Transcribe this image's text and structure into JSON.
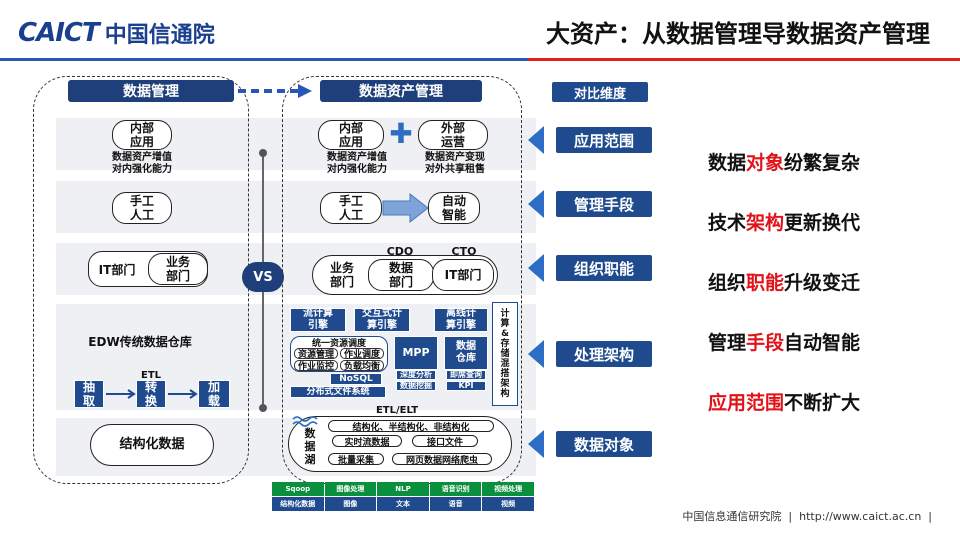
{
  "header": {
    "logo_latin": "CAICT",
    "logo_cn": "中国信通院",
    "title": "大资产：从数据管理导数据资产管理"
  },
  "left": {
    "header": "数据管理",
    "internal_app": "内部\n应用",
    "internal_sub": "数据资产增值\n对内强化能力",
    "manual": "手工\n人工",
    "it_dept": "IT部门",
    "business_dept": "业务\n部门",
    "edw": "EDW传统数据仓库",
    "etl": "ETL",
    "extract": "抽\n取",
    "transform": "转\n换",
    "load": "加\n载",
    "structured": "结构化数据"
  },
  "vs": "VS",
  "right": {
    "header": "数据资产管理",
    "internal_app": "内部\n应用",
    "external_ops": "外部\n运营",
    "internal_sub": "数据资产增值\n对内强化能力",
    "external_sub": "数据资产变现\n对外共享租售",
    "manual": "手工\n人工",
    "auto": "自动\n智能",
    "cdo": "CDO",
    "cto": "CTO",
    "business_dept": "业务\n部门",
    "data_dept": "数据\n部门",
    "it_dept": "IT部门",
    "stream": "流计算\n引擎",
    "interactive": "交互式计\n算引擎",
    "offline": "离线计\n算引擎",
    "compute_storage": "计\n算\n&\n存\n储\n混\n搭\n架\n构",
    "unified": "统一资源调度",
    "res_mgmt": "资源管理",
    "job_sched": "作业调度",
    "job_monitor": "作业监控",
    "load_balance": "负载均衡",
    "mpp": "MPP",
    "data_warehouse": "数据\n仓库",
    "deep_analysis": "深度分析",
    "data_mining": "数据挖掘",
    "realtime_query": "即席查询",
    "kpi": "KPI",
    "nosql": "NoSQL",
    "dfs": "分布式文件系统",
    "etl_elt": "ETL/ELT",
    "data_lake": "数\n据\n湖",
    "structured_types": "结构化、半结构化、非结构化",
    "realtime_stream": "实时流数据",
    "api_file": "接口文件",
    "batch": "批量采集",
    "web_crawler": "网页数据网络爬虫"
  },
  "dimensions": {
    "header": "对比维度",
    "items": [
      "应用范围",
      "管理手段",
      "组织职能",
      "处理架构",
      "数据对象"
    ]
  },
  "summary": [
    {
      "pre": "数据",
      "hl": "对象",
      "post": "纷繁复杂"
    },
    {
      "pre": "技术",
      "hl": "架构",
      "post": "更新换代"
    },
    {
      "pre": "组织",
      "hl": "职能",
      "post": "升级变迁"
    },
    {
      "pre": "管理",
      "hl": "手段",
      "post": "自动智能"
    },
    {
      "pre": "",
      "hl": "应用范围",
      "post": "不断扩大"
    }
  ],
  "tech_row1": [
    "Sqoop",
    "图像处理",
    "NLP",
    "语音识别",
    "视频处理"
  ],
  "tech_row2": [
    "结构化数据",
    "图像",
    "文本",
    "语音",
    "视频"
  ],
  "footer": "中国信息通信研究院  |  http://www.caict.ac.cn  |",
  "colors": {
    "accent": "#1f3f7a",
    "highlight": "#e0121a",
    "green": "#0a8f3c"
  }
}
